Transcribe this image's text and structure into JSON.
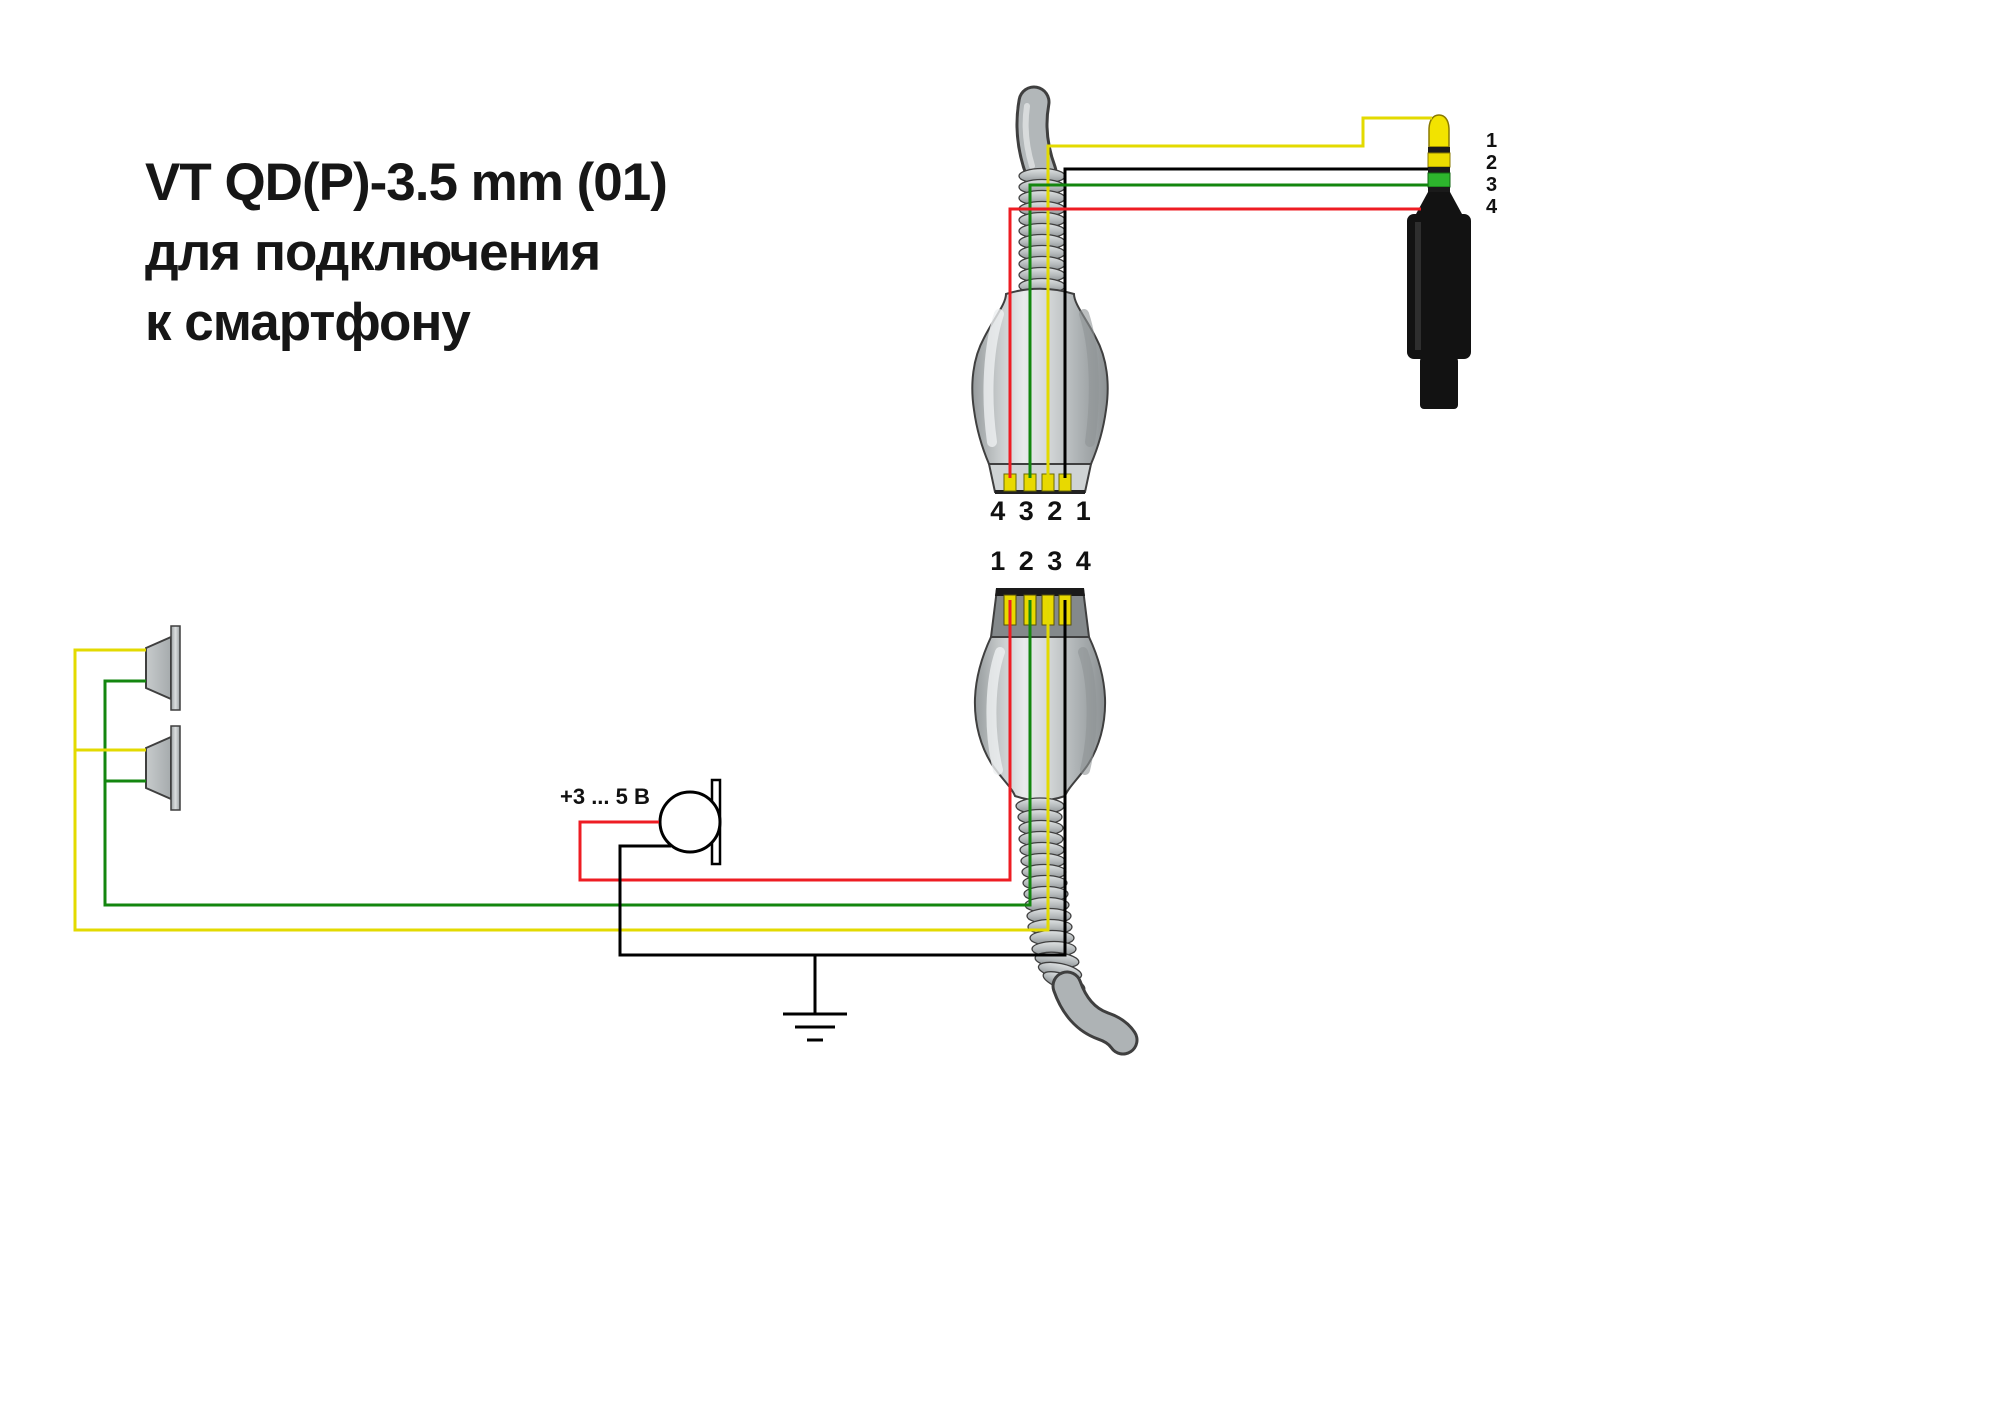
{
  "title": {
    "line1": "VT QD(P)-3.5 mm (01)",
    "line2": "для подключения",
    "line3": "к смартфону"
  },
  "labels": {
    "top_connector_pins": "4 3 2 1",
    "bottom_connector_pins": "1 2 3 4",
    "mic_voltage": "+3 ... 5 В"
  },
  "jack": {
    "pin_labels": [
      "1",
      "2",
      "3",
      "4"
    ],
    "band_colors": {
      "tip": "#f2e300",
      "ring2": "#ecdc00",
      "ring3": "#2db52d",
      "sleeve": "#121212"
    }
  },
  "wire_colors": {
    "yellow": "#e3da00",
    "green": "#13860f",
    "red": "#ee1c23",
    "black": "#000000"
  },
  "connector_colors": {
    "pin_yellow": "#e8d900"
  }
}
